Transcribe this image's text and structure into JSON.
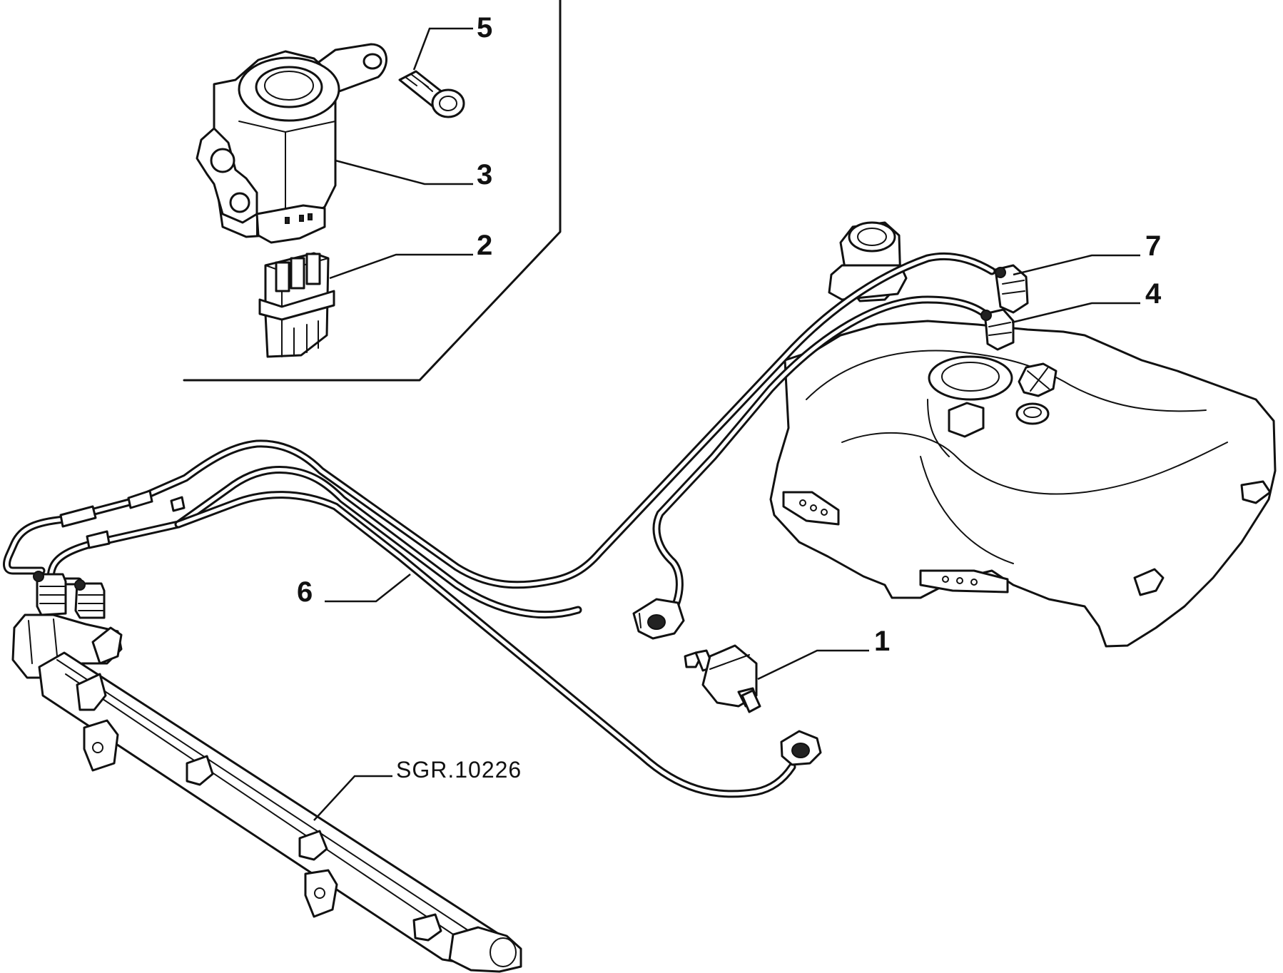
{
  "diagram": {
    "reference_code": "SGR.10226",
    "callouts": [
      {
        "id": "callout-1",
        "label": "1"
      },
      {
        "id": "callout-2",
        "label": "2"
      },
      {
        "id": "callout-3",
        "label": "3"
      },
      {
        "id": "callout-4",
        "label": "4"
      },
      {
        "id": "callout-5",
        "label": "5"
      },
      {
        "id": "callout-6",
        "label": "6"
      },
      {
        "id": "callout-7",
        "label": "7"
      }
    ]
  }
}
